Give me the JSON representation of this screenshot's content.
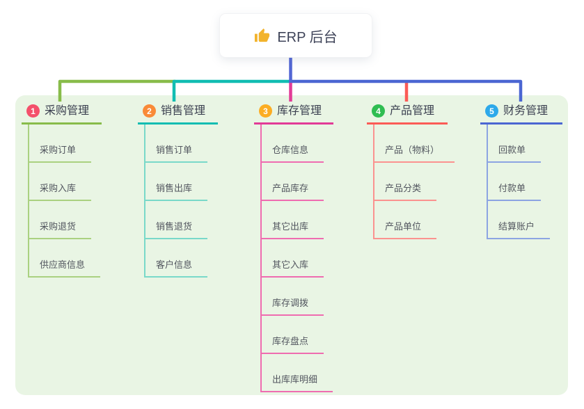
{
  "canvas": {
    "panel_background": "#e9f5e4",
    "page_background": "#ffffff"
  },
  "root": {
    "label": "ERP 后台",
    "icon": "thumbs-up",
    "icon_color": "#f2b32c",
    "connector_color": "#5266d4"
  },
  "branches": [
    {
      "number": "1",
      "label": "采购管理",
      "badge_color": "#f4506b",
      "line_color": "#88bc4a",
      "child_line_color": "#aad180",
      "children": [
        "采购订单",
        "采购入库",
        "采购退货",
        "供应商信息"
      ]
    },
    {
      "number": "2",
      "label": "销售管理",
      "badge_color": "#f98a38",
      "line_color": "#12bdb2",
      "child_line_color": "#79d9c9",
      "children": [
        "销售订单",
        "销售出库",
        "销售退货",
        "客户信息"
      ]
    },
    {
      "number": "3",
      "label": "库存管理",
      "badge_color": "#fcad23",
      "line_color": "#e23b97",
      "child_line_color": "#ef6cb0",
      "children": [
        "仓库信息",
        "产品库存",
        "其它出库",
        "其它入库",
        "库存调拨",
        "库存盘点",
        "出库库明细"
      ]
    },
    {
      "number": "4",
      "label": "产品管理",
      "badge_color": "#2fbd51",
      "line_color": "#fb5b56",
      "child_line_color": "#fb928f",
      "children": [
        "产品（物料）",
        "产品分类",
        "产品单位"
      ]
    },
    {
      "number": "5",
      "label": "财务管理",
      "badge_color": "#2da9ea",
      "line_color": "#4b66d2",
      "child_line_color": "#8ca4e2",
      "children": [
        "回款单",
        "付款单",
        "结算账户"
      ]
    }
  ]
}
